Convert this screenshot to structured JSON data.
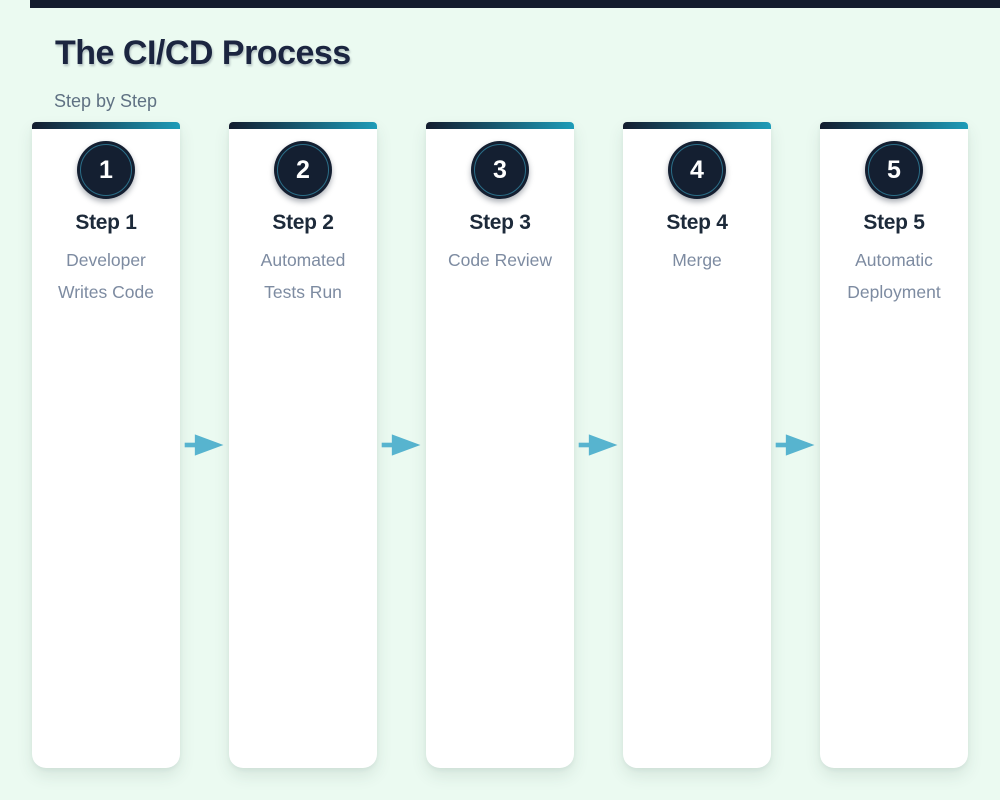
{
  "page": {
    "title": "The CI/CD Process",
    "subtitle": "Step by Step"
  },
  "colors": {
    "background": "#ebfaf1",
    "top_bar": "#131c2e",
    "title": "#1b2540",
    "subtitle": "#5f7183",
    "card_gradient_start": "#131c2e",
    "card_gradient_end": "#1d9cb8",
    "circle_fill": "#141f31",
    "circle_ring": "#2b6e88",
    "step_title": "#1d2a3a",
    "description": "#7d8ba1",
    "arrow": "#57b4cf"
  },
  "steps": [
    {
      "number": "1",
      "label": "Step 1",
      "description": "Developer Writes Code"
    },
    {
      "number": "2",
      "label": "Step 2",
      "description": "Automated Tests Run"
    },
    {
      "number": "3",
      "label": "Step 3",
      "description": "Code Review"
    },
    {
      "number": "4",
      "label": "Step 4",
      "description": "Merge"
    },
    {
      "number": "5",
      "label": "Step 5",
      "description": "Automatic Deployment"
    }
  ],
  "icons": {
    "arrow": "right-arrow"
  }
}
